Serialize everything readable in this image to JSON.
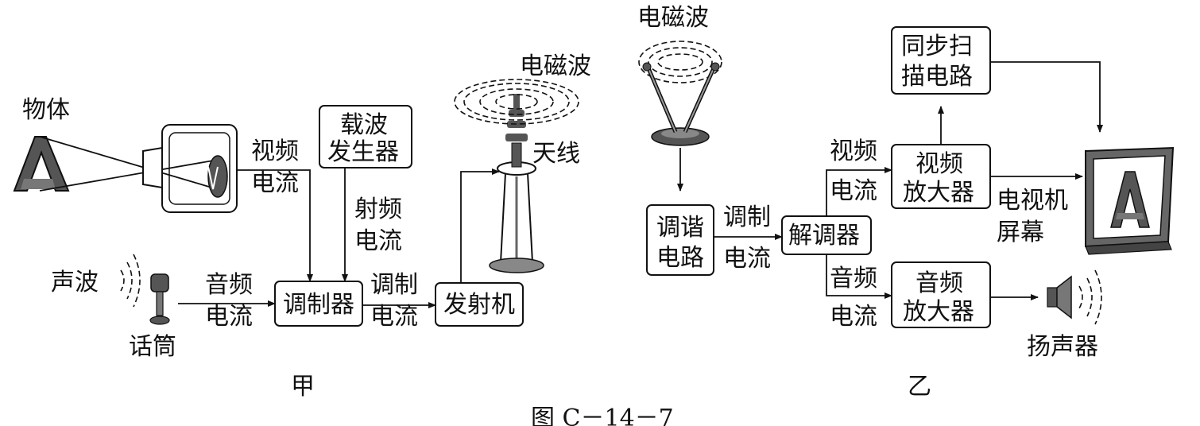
{
  "left": {
    "object": "物体",
    "video_current": [
      "视频",
      "电流"
    ],
    "carrier_generator": [
      "载波",
      "发生器"
    ],
    "rf_current": [
      "射频",
      "电流"
    ],
    "em_wave": "电磁波",
    "antenna": "天线",
    "sound_wave": "声波",
    "microphone": "话筒",
    "audio_current": [
      "音频",
      "电流"
    ],
    "modulator": "调制器",
    "modulated_current": [
      "调制",
      "电流"
    ],
    "transmitter": "发射机",
    "caption": "甲"
  },
  "right": {
    "em_wave": "电磁波",
    "tuning_circuit": [
      "调谐",
      "电路"
    ],
    "modulated_current": [
      "调制",
      "电流"
    ],
    "demodulator": "解调器",
    "video_current": [
      "视频",
      "电流"
    ],
    "audio_current": [
      "音频",
      "电流"
    ],
    "sync_scan_circuit": [
      "同步扫",
      "描电路"
    ],
    "video_amplifier": [
      "视频",
      "放大器"
    ],
    "audio_amplifier": [
      "音频",
      "放大器"
    ],
    "tv_screen": [
      "电视机",
      "屏幕"
    ],
    "speaker": "扬声器",
    "caption": "乙"
  },
  "figure_caption": "图 C－14－7"
}
